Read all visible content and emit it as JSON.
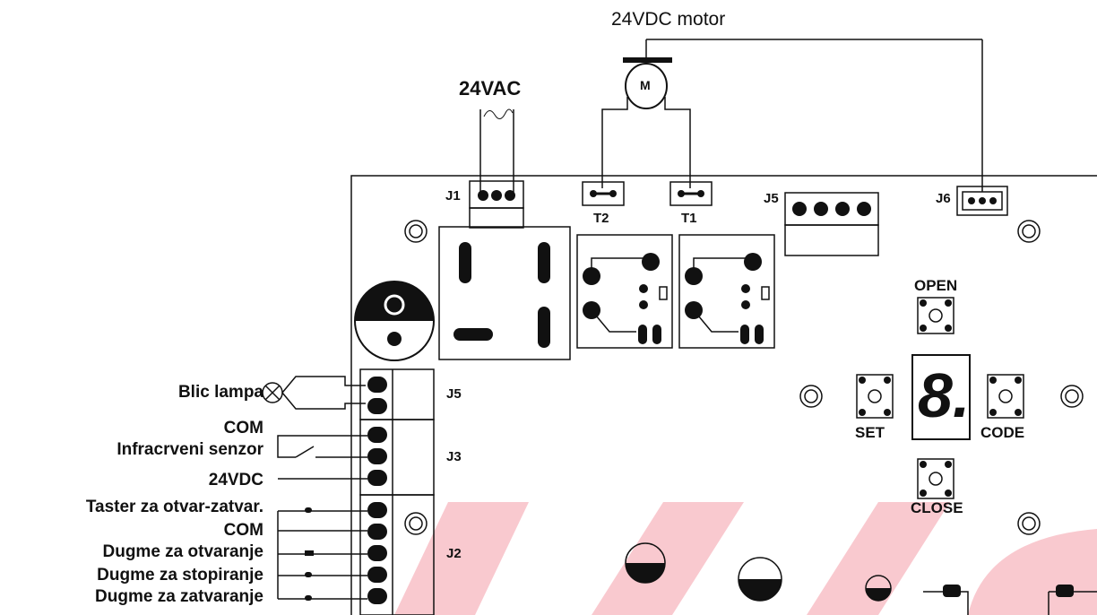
{
  "labels": {
    "motor": "24VDC motor",
    "vac": "24VAC",
    "motor_letter": "M",
    "digit": "8.",
    "j1": "J1",
    "t2": "T2",
    "t1": "T1",
    "j5_top": "J5",
    "j6": "J6",
    "j5": "J5",
    "j3": "J3",
    "j2": "J2",
    "open": "OPEN",
    "set": "SET",
    "code": "CODE",
    "close": "CLOSE"
  },
  "side_labels": {
    "blic": "Blic lampa",
    "com1": "COM",
    "ir": "Infracrveni senzor",
    "vdc": "24VDC",
    "taster": "Taster za otvar-zatvar.",
    "com2": "COM",
    "open_btn": "Dugme za otvaranje",
    "stop_btn": "Dugme za stopiranje",
    "close_btn": "Dugme za zatvaranje"
  },
  "colors": {
    "ink": "#111111",
    "watermark": "#f9c9cf",
    "board_fill": "#ffffff"
  }
}
